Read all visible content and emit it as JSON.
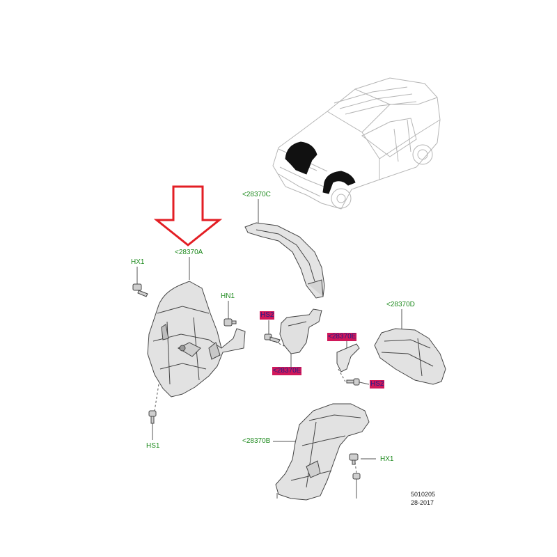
{
  "labels": {
    "a": "<28370A",
    "b": "<28370B",
    "c": "<28370C",
    "d": "<28370D",
    "e1": "<28370E",
    "e2": "<28370E",
    "hx1_top": "HX1",
    "hx1_bottom": "HX1",
    "hn1": "HN1",
    "hs1": "HS1",
    "hs2_top": "HS2",
    "hs2_bottom": "HS2"
  },
  "footer": {
    "code": "5010205",
    "date": "28-2017"
  },
  "colors": {
    "arrow": "#e31e24",
    "label_green": "#1e8a1e",
    "highlight": "#d0185a",
    "line": "#555555"
  }
}
